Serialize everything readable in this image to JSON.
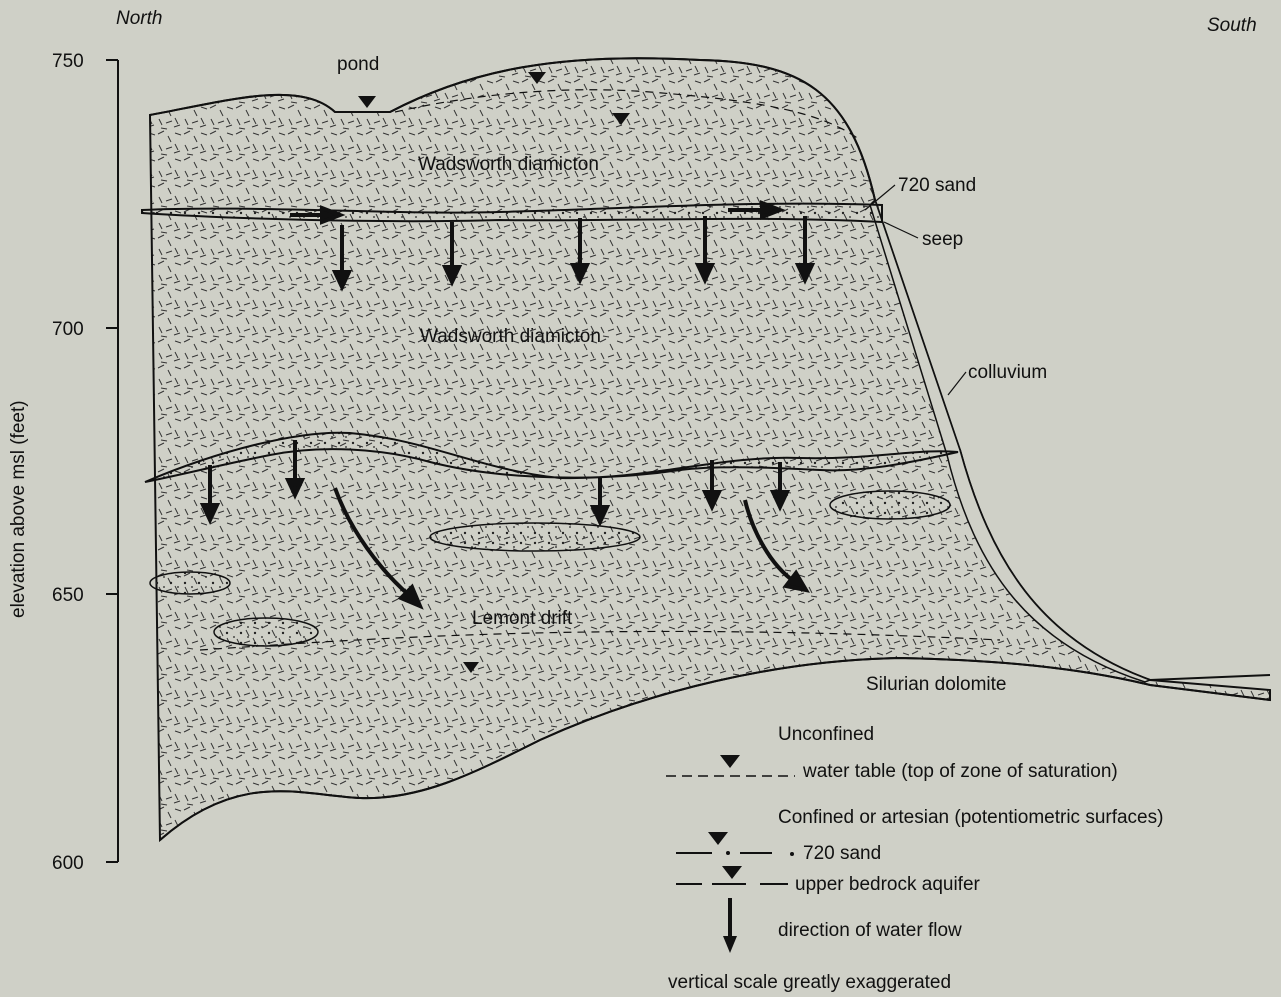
{
  "orientation": {
    "left": "North",
    "right": "South"
  },
  "axis": {
    "label": "elevation above msl (feet)",
    "ticks": [
      "750",
      "700",
      "650",
      "600"
    ]
  },
  "units": {
    "top": "Wadsworth diamicton",
    "middle": "Wadsworth diamicton",
    "lower": "Lemont drift",
    "bedrock": "Silurian dolomite",
    "slope": "colluvium",
    "sand": "720 sand",
    "seep": "seep",
    "pond": "pond"
  },
  "legend": {
    "unconfined_title": "Unconfined",
    "water_table": "water table (top of zone of saturation)",
    "confined_title": "Confined or artesian (potentiometric surfaces)",
    "sand_720": "720 sand",
    "bedrock_aquifer": "upper bedrock aquifer",
    "flow": "direction of water flow",
    "note": "vertical scale greatly exaggerated"
  },
  "colors": {
    "background": "#cfd0c7",
    "ink": "#111111"
  }
}
